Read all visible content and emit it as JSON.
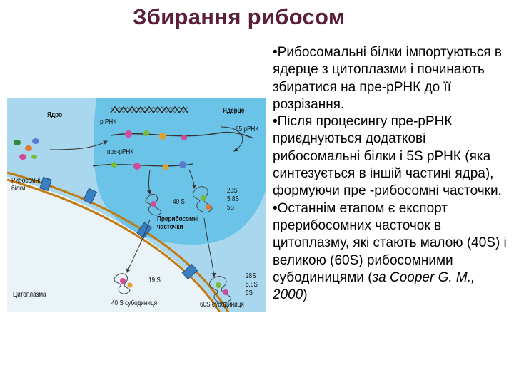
{
  "title": "Збирання рибосом",
  "text": {
    "bullet1": "•Рибосомальні білки імпортуються в ядерце з цитоплазми і починають збиратися на пре-рРНК до її розрізання.",
    "bullet2": "•Після процесингу пре-рРНК приєднуються додаткові рибосомальні білки і 5S рРНК (яка синтезується в іншій частині ядра), формуючи пре -рибосомні часточки.",
    "bullet3": "•Останнім етапом є експорт прерибосомних часточок в цитоплазму, які стають малою (40S) і великою (60S) рибосомними субодиницями",
    "citation_open": "(",
    "citation": "за Cooper G. M., 2000",
    "citation_close": ")"
  },
  "figure": {
    "nucleus": "Ядро",
    "nucleolus": "Ядерце",
    "pre_rrna_top": "р РНК",
    "pre_rrna_mid": "пре-рРНК",
    "sixtyfive_s": "65 рРНК",
    "ribosomal_proteins": "Рибосомні білки",
    "forty_s": "40 S",
    "twentyeight_s_1": "28S",
    "five8_s_1": "5,8S",
    "five_s_1": "5S",
    "preribosomal": "Прерибосомні часточки",
    "nineteen_s": "19 S",
    "twentyeight_s_2": "28S",
    "five8_s_2": "5,8S",
    "five_s_2": "5S",
    "cytoplasm": "Цитоплазма",
    "small_subunit": "40 S субодиниця",
    "large_subunit": "60S субодиниця"
  },
  "colors": {
    "title": "#5a1f3a",
    "nucleus_fill": "#a9d8ee",
    "nucleolus_fill": "#6cc3e8",
    "membrane": "#c07a12",
    "pore": "#3a7fc0",
    "arrow": "#333333"
  }
}
